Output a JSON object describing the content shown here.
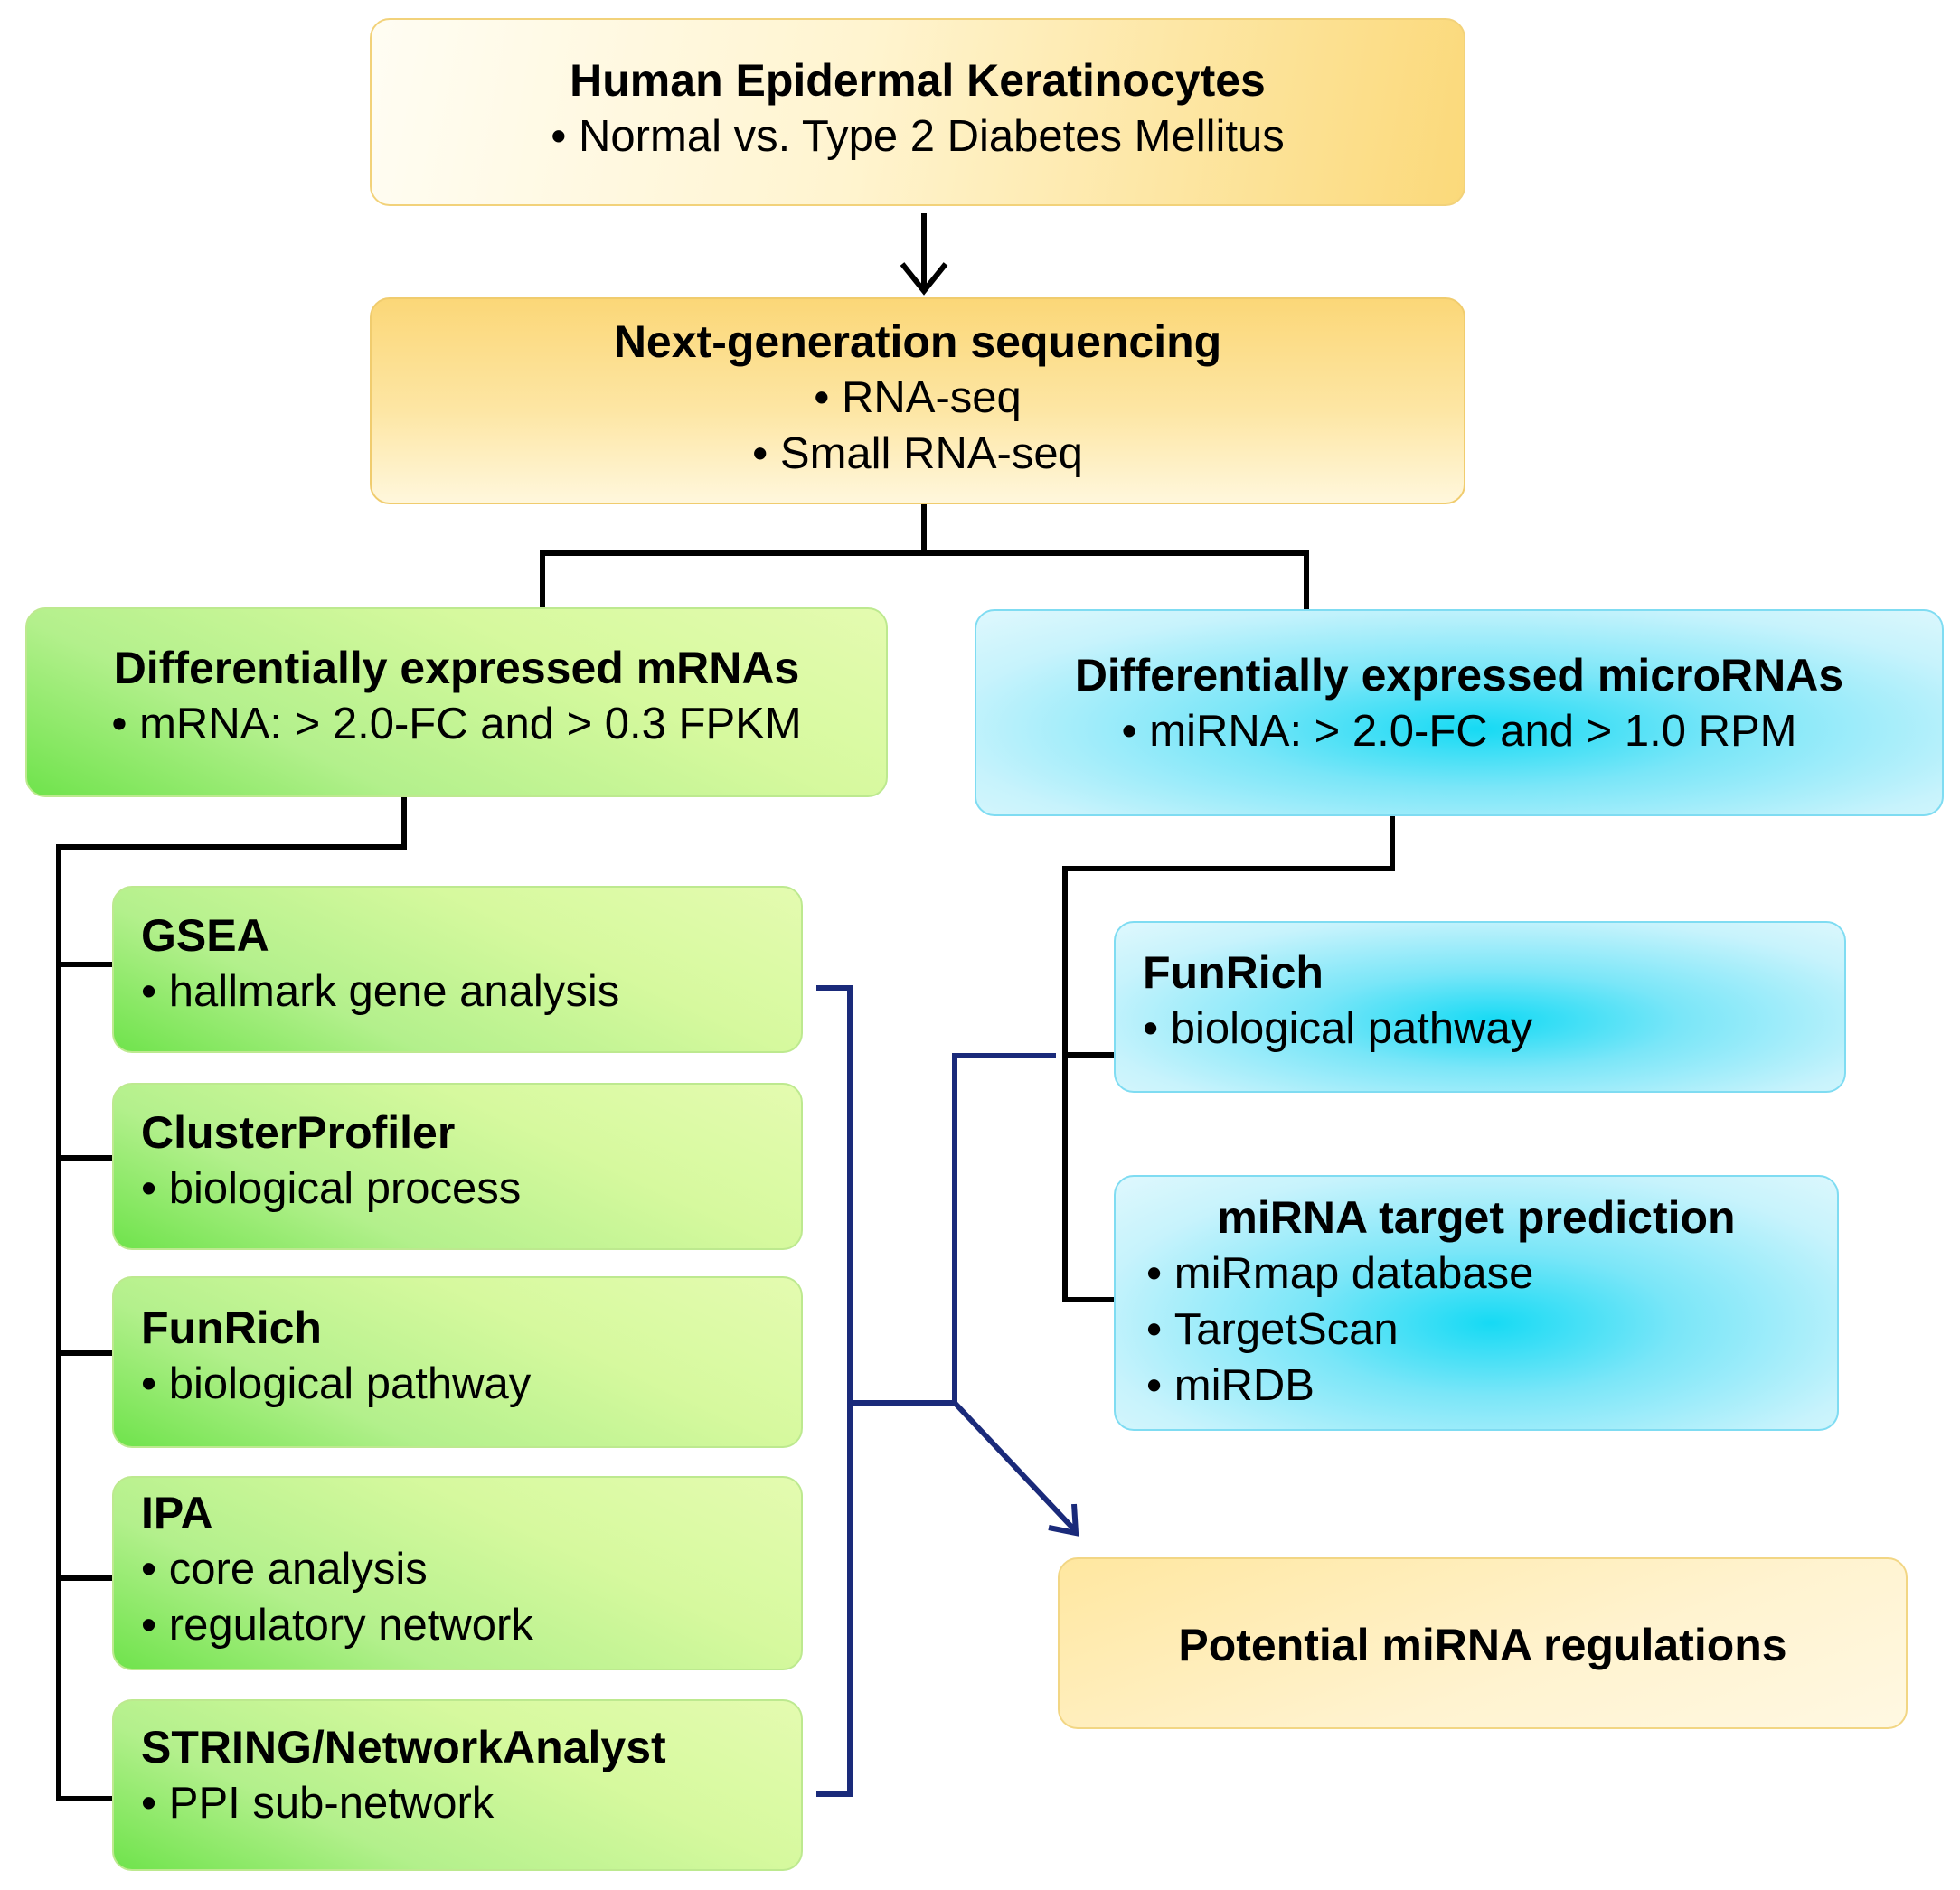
{
  "top": {
    "title": "Human Epidermal Keratinocytes",
    "items": [
      "Normal vs. Type 2 Diabetes Mellitus"
    ]
  },
  "ngs": {
    "title": "Next-generation sequencing",
    "items": [
      "RNA-seq",
      "Small RNA-seq"
    ]
  },
  "mrna": {
    "title": "Differentially expressed mRNAs",
    "items": [
      "mRNA: > 2.0-FC and > 0.3 FPKM"
    ]
  },
  "mirna": {
    "title": "Differentially expressed microRNAs",
    "items": [
      "miRNA: > 2.0-FC and > 1.0 RPM"
    ]
  },
  "mrna_tools": [
    {
      "title": "GSEA",
      "items": [
        "hallmark gene analysis"
      ]
    },
    {
      "title": "ClusterProfiler",
      "items": [
        "biological process"
      ]
    },
    {
      "title": "FunRich",
      "items": [
        "biological pathway"
      ]
    },
    {
      "title": "IPA",
      "items": [
        "core analysis",
        "regulatory network"
      ]
    },
    {
      "title": "STRING/NetworkAnalyst",
      "items": [
        "PPI sub-network"
      ]
    }
  ],
  "mirna_tools": [
    {
      "title": "FunRich",
      "items": [
        "biological pathway"
      ]
    },
    {
      "title": "miRNA target prediction",
      "items": [
        "miRmap database",
        "TargetScan",
        "miRDB"
      ]
    }
  ],
  "output": {
    "title": "Potential miRNA regulations"
  },
  "colors": {
    "connector": "#000000",
    "bracket": "#1a2a7a",
    "green": "#c9f59a",
    "blue": "#6fe3f6",
    "yellow": "#fddf8e"
  }
}
